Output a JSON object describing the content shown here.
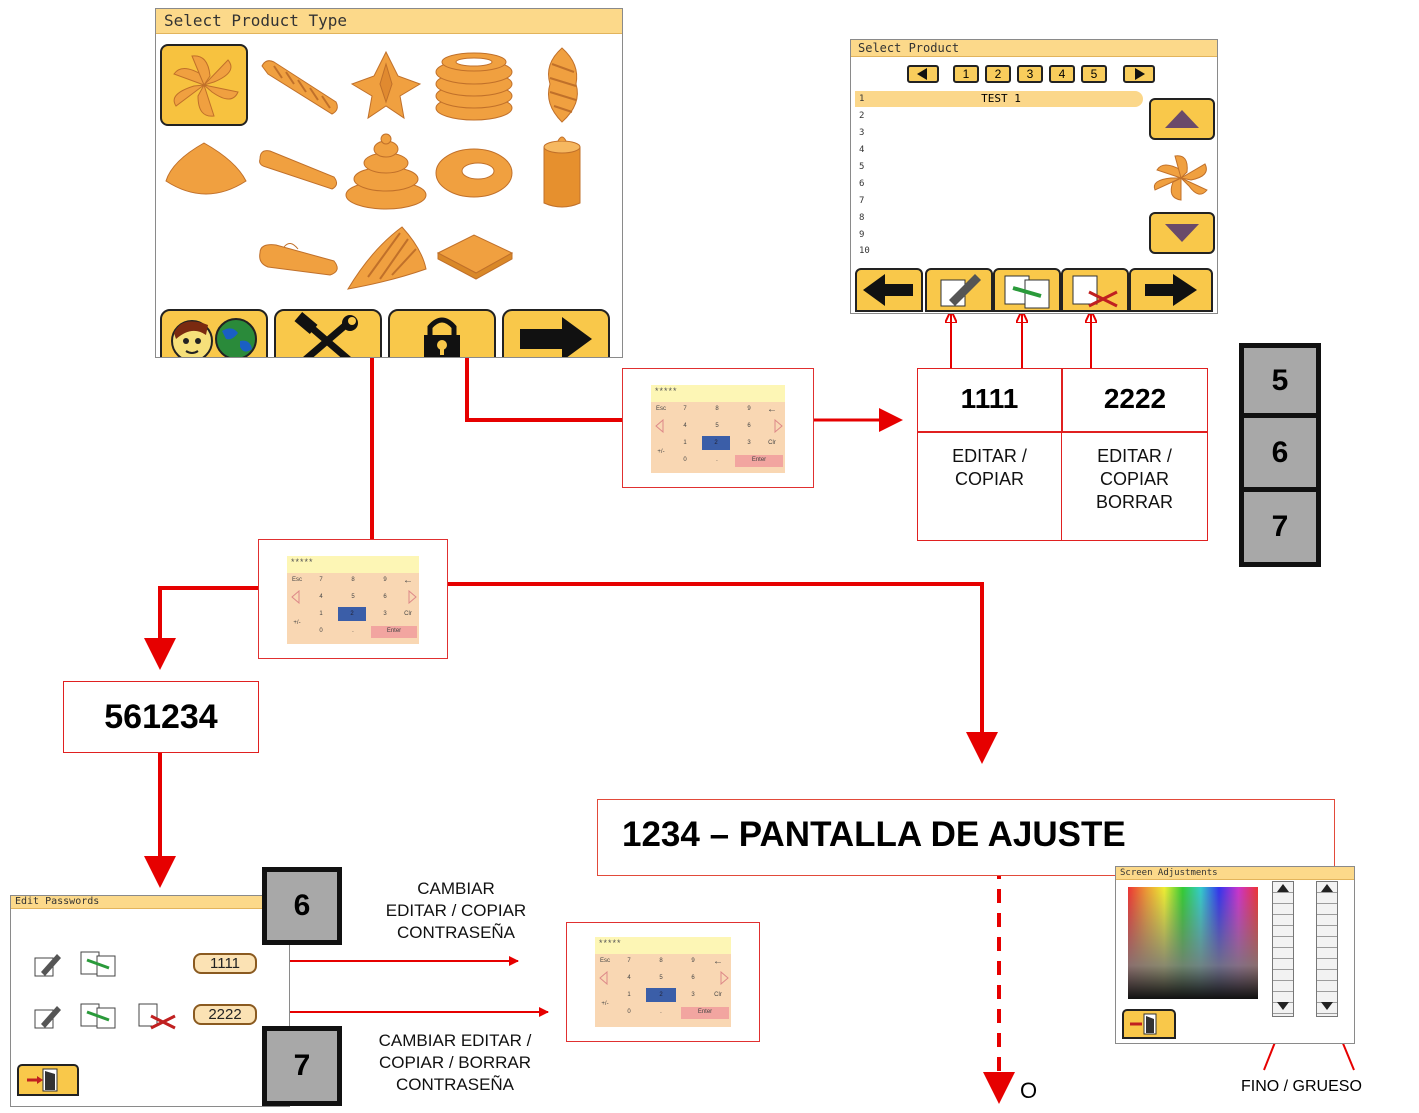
{
  "product_type_screen": {
    "title": "Select Product Type",
    "icons": [
      "rosette-icon",
      "twist-bar-icon",
      "star-swirl-icon",
      "coil-stack-icon",
      "spiral-icon",
      "dome-icon",
      "finger-icon",
      "tiered-cone-icon",
      "ring-icon",
      "cylinder-icon",
      "roll-icon",
      "wave-cone-icon",
      "square-slab-icon"
    ],
    "buttons": [
      "language-face-globe-icon",
      "tools-icon",
      "lock-icon",
      "arrow-right-icon"
    ]
  },
  "product_screen": {
    "title": "Select Product",
    "pages": [
      "1",
      "2",
      "3",
      "4",
      "5"
    ],
    "rows": [
      "1",
      "2",
      "3",
      "4",
      "5",
      "6",
      "7",
      "8",
      "9",
      "10"
    ],
    "selected_product": "TEST 1"
  },
  "keypad": {
    "display": "*****",
    "keys": [
      "Esc",
      "7",
      "8",
      "9",
      "←",
      "4",
      "5",
      "6",
      "1",
      "2",
      "3",
      "Clr",
      "+/-",
      "0",
      ".",
      "Enter"
    ]
  },
  "codes": {
    "edit_copy": "1111",
    "edit_copy_delete": "2222",
    "edit_copy_label": "EDITAR / COPIAR",
    "edit_copy_delete_label": "EDITAR / COPIAR BORRAR",
    "edit_copy_label_lines": [
      "EDITAR /",
      "COPIAR"
    ],
    "edit_copy_delete_label_lines": [
      "EDITAR /",
      "COPIAR",
      "BORRAR"
    ]
  },
  "levels": [
    "5",
    "6",
    "7"
  ],
  "master_code": "561234",
  "adjust_label": "1234 – PANTALLA DE AJUSTE",
  "edit_passwords_screen": {
    "title": "Edit Passwords",
    "pw1": "1111",
    "pw2": "2222",
    "level_top": "6",
    "level_bottom": "7"
  },
  "change_label_top": [
    "CAMBIAR",
    "EDITAR / COPIAR",
    "CONTRASEÑA"
  ],
  "change_label_bottom": [
    "CAMBIAR EDITAR /",
    "COPIAR / BORRAR",
    "CONTRASEÑA"
  ],
  "adjust_screen": {
    "title": "Screen Adjustments"
  },
  "fine_coarse_label": "FINO / GRUESO",
  "or_label": "O",
  "colors": {
    "arrow_red": "#e60000",
    "screen_yellow": "#f9c84a",
    "product_orange": "#f0a040",
    "level_gray": "#a8a8a8"
  }
}
